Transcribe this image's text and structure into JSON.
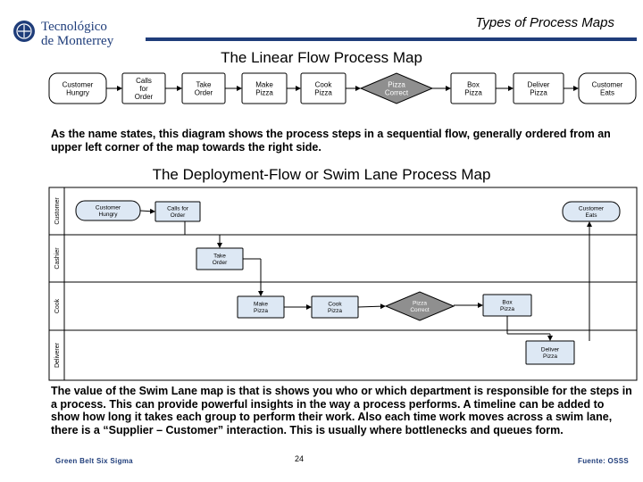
{
  "header": {
    "logo_line1": "Tecnológico",
    "logo_line2": "de Monterrey",
    "title": "Types of Process Maps"
  },
  "linear_map": {
    "title": "The Linear Flow Process Map",
    "steps": [
      {
        "label": [
          "Customer",
          "Hungry"
        ],
        "shape": "terminal"
      },
      {
        "label": [
          "Calls",
          "for",
          "Order"
        ],
        "shape": "box"
      },
      {
        "label": [
          "Take",
          "Order"
        ],
        "shape": "box"
      },
      {
        "label": [
          "Make",
          "Pizza"
        ],
        "shape": "box"
      },
      {
        "label": [
          "Cook",
          "Pizza"
        ],
        "shape": "box"
      },
      {
        "label": [
          "Pizza",
          "Correct"
        ],
        "shape": "decision"
      },
      {
        "label": [
          "Box",
          "Pizza"
        ],
        "shape": "box"
      },
      {
        "label": [
          "Deliver",
          "Pizza"
        ],
        "shape": "box"
      },
      {
        "label": [
          "Customer",
          "Eats"
        ],
        "shape": "terminal"
      }
    ],
    "description": "As the name states, this diagram shows the process steps in a sequential flow, generally ordered from an upper left corner of the map towards the right side."
  },
  "swim_lane_map": {
    "title": "The Deployment-Flow or Swim Lane Process Map",
    "lanes": [
      "Customer",
      "Cashier",
      "Cook",
      "Deliverer"
    ],
    "steps": {
      "customer_hungry": [
        "Customer",
        "Hungry"
      ],
      "calls_for_order": [
        "Calls for",
        "Order"
      ],
      "customer_eats": [
        "Customer",
        "Eats"
      ],
      "take_order": [
        "Take",
        "Order"
      ],
      "make_pizza": [
        "Make",
        "Pizza"
      ],
      "cook_pizza": [
        "Cook",
        "Pizza"
      ],
      "pizza_correct": [
        "Pizza",
        "Correct"
      ],
      "box_pizza": [
        "Box",
        "Pizza"
      ],
      "deliver_pizza": [
        "Deliver",
        "Pizza"
      ]
    },
    "description": "The value of the Swim Lane map is that is shows you who or which department is responsible for the steps in a process. This can provide powerful insights in the way a process performs. A timeline can be added to show how long it takes each group to perform their work. Also each time work moves across a swim lane, there is a “Supplier – Customer” interaction. This is usually where bottlenecks and queues form."
  },
  "footer": {
    "left": "Green Belt Six Sigma",
    "page_number": "24",
    "right": "Fuente: OSSS"
  },
  "colors": {
    "brand_blue": "#1f3d7a",
    "swim_box_fill": "#dde8f4",
    "decision_fill": "#8f8f8f"
  }
}
